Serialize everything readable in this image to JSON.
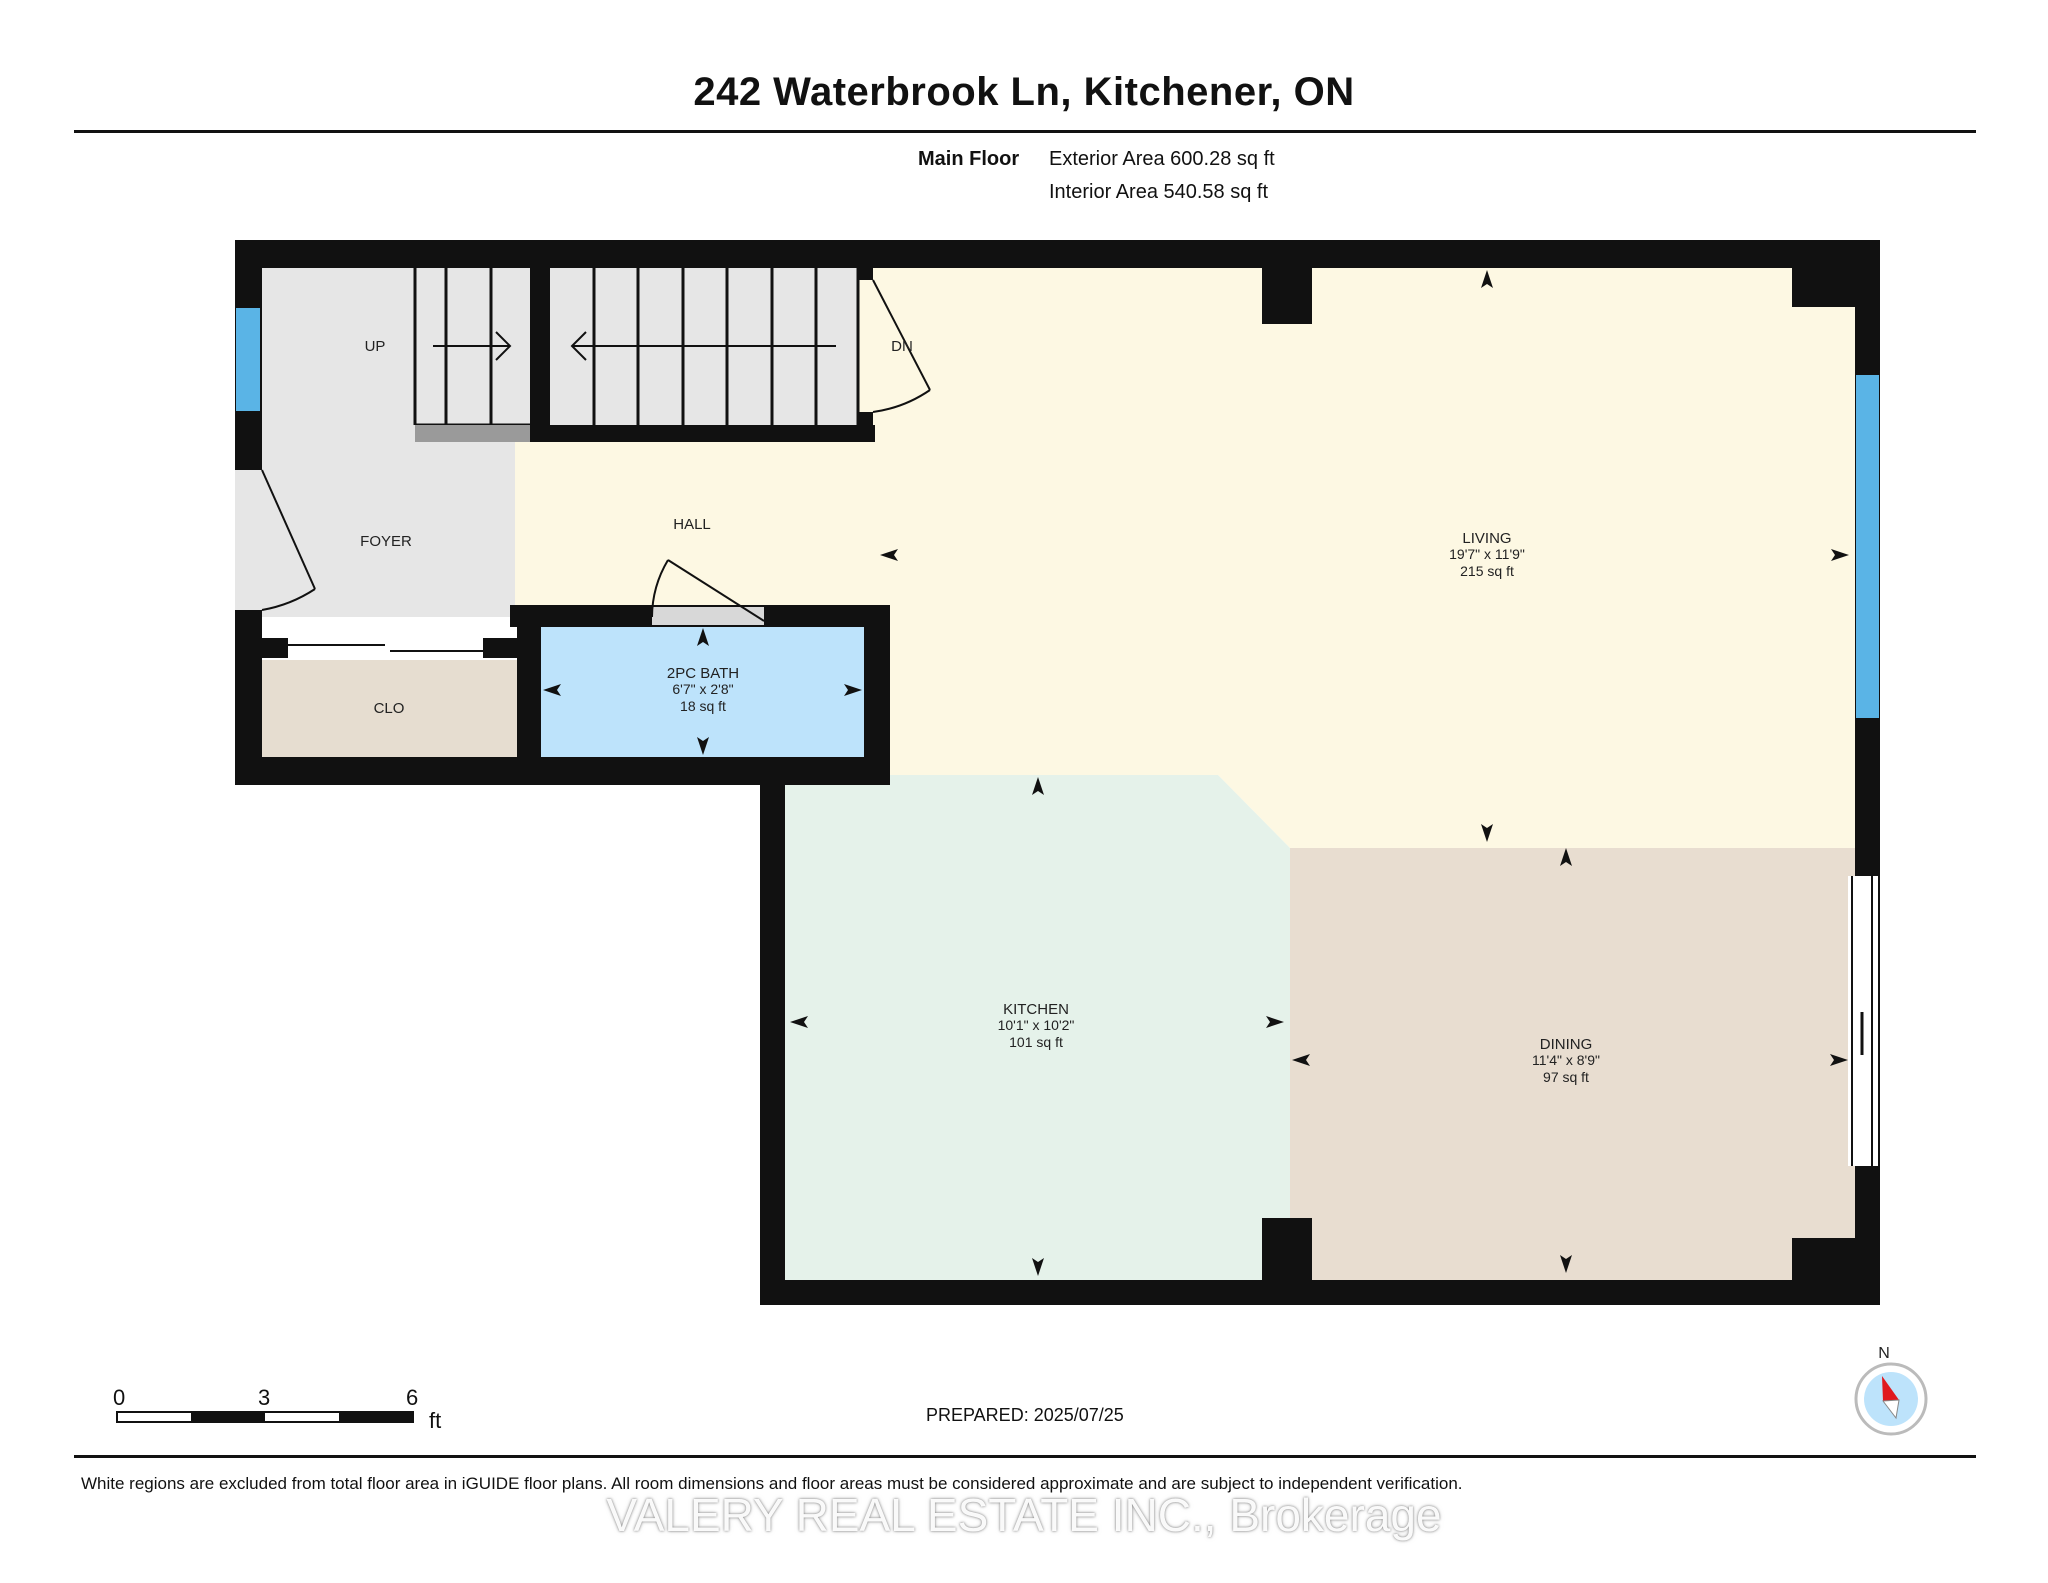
{
  "title": "242 Waterbrook Ln, Kitchener, ON",
  "floor": {
    "name": "Main Floor",
    "exterior_area": "Exterior Area 600.28 sq ft",
    "interior_area": "Interior Area 540.58 sq ft"
  },
  "rooms": {
    "living": {
      "name": "LIVING",
      "dims": "19'7\" x 11'9\"",
      "area": "215 sq ft"
    },
    "kitchen": {
      "name": "KITCHEN",
      "dims": "10'1\" x 10'2\"",
      "area": "101 sq ft"
    },
    "dining": {
      "name": "DINING",
      "dims": "11'4\" x 8'9\"",
      "area": "97 sq ft"
    },
    "bath": {
      "name": "2PC BATH",
      "dims": "6'7\" x 2'8\"",
      "area": "18 sq ft"
    },
    "foyer": {
      "name": "FOYER"
    },
    "hall": {
      "name": "HALL"
    },
    "closet": {
      "name": "CLO"
    },
    "stairs_up": {
      "name": "UP"
    },
    "stairs_down": {
      "name": "DN"
    }
  },
  "colors": {
    "living": "#fdf8e3",
    "kitchen": "#e5f2ea",
    "dining": "#e8ddd0",
    "bath": "#bde3fb",
    "foyer": "#e6e6e6",
    "closet": "#e6ddd0",
    "window": "#5ab4e6",
    "wall": "#111111"
  },
  "scale_bar": {
    "ticks": [
      "0",
      "3",
      "6"
    ],
    "unit": "ft"
  },
  "compass": {
    "label": "N"
  },
  "prepared": "PREPARED: 2025/07/25",
  "disclaimer": "White regions are excluded from total floor area in iGUIDE floor plans. All room dimensions and floor areas must be considered approximate and are subject to independent verification.",
  "watermark": "VALERY REAL ESTATE INC., Brokerage"
}
